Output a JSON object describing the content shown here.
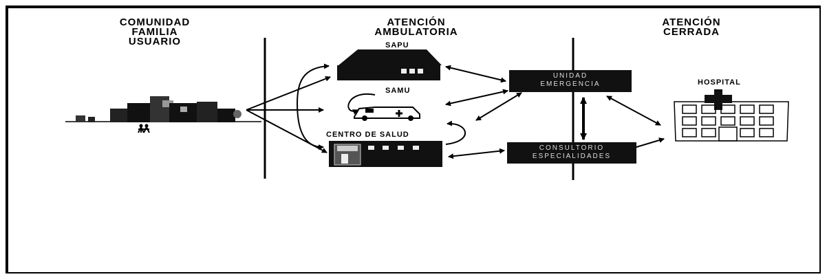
{
  "headers": {
    "comunidad": [
      "COMUNIDAD",
      "FAMILIA",
      "USUARIO"
    ],
    "ambulatoria": [
      "ATENCIÓN",
      "AMBULATORIA"
    ],
    "cerrada": [
      "ATENCIÓN",
      "CERRADA"
    ]
  },
  "nodes": {
    "sapu": "SAPU",
    "samu": "SAMU",
    "centro_salud": "CENTRO DE SALUD",
    "hospital": "HOSPITAL",
    "unidad_emergencia": [
      "UNIDAD",
      "EMERGENCIA"
    ],
    "consultorio": [
      "CONSULTORIO",
      "ESPECIALIDADES"
    ]
  }
}
